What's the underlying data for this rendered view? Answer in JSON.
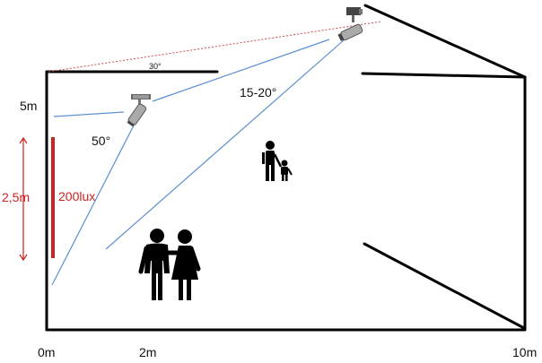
{
  "labels": {
    "angle_top": "30°",
    "height_5m": "5m",
    "angle_left": "50°",
    "angle_right": "15-20°",
    "vertical_2_5m": "2,5m",
    "lux": "200lux",
    "x_0m": "0m",
    "x_2m": "2m",
    "x_10m": "10m"
  },
  "colors": {
    "wall": "#000000",
    "beam": "#5b8fd0",
    "dotted": "#d04a4a",
    "measure": "#d02020",
    "lux": "#cc2222",
    "figure": "#000000"
  },
  "icons": {
    "camera_near": "cctv-camera-icon",
    "camera_far": "cctv-camera-icon",
    "family": "adult-with-child-icon",
    "couple": "couple-icon"
  }
}
